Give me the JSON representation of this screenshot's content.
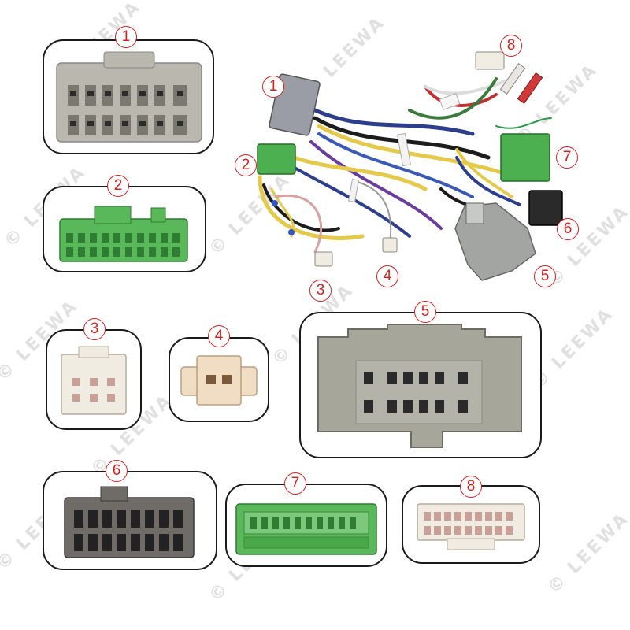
{
  "watermark": {
    "text": "© LEEWA"
  },
  "connectors": [
    {
      "number": "1"
    },
    {
      "number": "2"
    },
    {
      "number": "3"
    },
    {
      "number": "4"
    },
    {
      "number": "5"
    },
    {
      "number": "6"
    },
    {
      "number": "7"
    },
    {
      "number": "8"
    }
  ],
  "colors": {
    "label_red": "#d42020",
    "gray_connector": "#b9b7ae",
    "green_connector": "#59b85a",
    "white_connector": "#f1ece1",
    "dark_connector": "#6f6c67"
  }
}
